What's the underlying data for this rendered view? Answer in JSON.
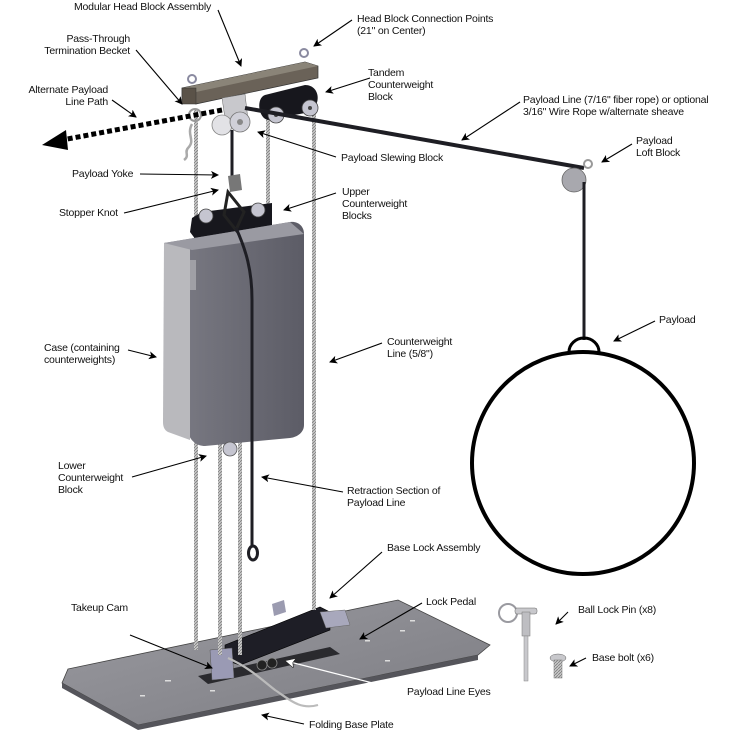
{
  "title": "Counterweight rigging system component diagram",
  "labels": {
    "modular_head_block": "Modular Head Block Assembly",
    "head_block_connection": "Head Block Connection Points\n(21\" on Center)",
    "pass_through_becket": "Pass-Through\nTermination Becket",
    "tandem_block": "Tandem\nCounterweight\nBlock",
    "alternate_payload_path": "Alternate Payload\nLine Path",
    "payload_line": "Payload Line (7/16\" fiber rope) or optional\n3/16\" Wire Rope w/alternate sheave",
    "payload_slewing_block": "Payload Slewing Block",
    "payload_loft_block": "Payload\nLoft Block",
    "payload_yoke": "Payload Yoke",
    "stopper_knot": "Stopper Knot",
    "upper_cw_blocks": "Upper\nCounterweight\nBlocks",
    "payload": "Payload",
    "case": "Case (containing\ncounterweights)",
    "counterweight_line": "Counterweight\nLine (5/8\")",
    "lower_cw_block": "Lower\nCounterweight\nBlock",
    "retraction_section": "Retraction Section of\nPayload Line",
    "base_lock_assembly": "Base Lock Assembly",
    "lock_pedal": "Lock Pedal",
    "takeup_cam": "Takeup Cam",
    "ball_lock_pin": "Ball Lock Pin (x8)",
    "base_bolt": "Base bolt (x6)",
    "payload_line_eyes": "Payload Line Eyes",
    "folding_base_plate": "Folding Base Plate"
  },
  "colors": {
    "rope": "#1e1e24",
    "cw_line": "#b8b8b8",
    "case_face": "#6e6e78",
    "case_side": "#b9b9bd",
    "head_block": "#6a6258",
    "base_plate": "#8a8a90",
    "dark_block": "#17171d",
    "sheave": "#d9d9df"
  }
}
